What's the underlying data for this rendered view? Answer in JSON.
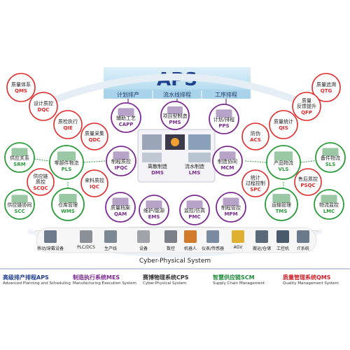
{
  "aps": {
    "title": "APS",
    "sub_tabs": [
      "计划排产",
      "流水线排程",
      "工序排程"
    ]
  },
  "nodes": {
    "qms": {
      "cn": "质量体系",
      "en": "QMS"
    },
    "dqc": {
      "cn": "设计质控",
      "en": "DQC"
    },
    "qie": {
      "cn": "质检执行",
      "en": "QIE"
    },
    "qdc": {
      "cn": "质量采集",
      "en": "QDC"
    },
    "capp": {
      "cn": "辅助工艺",
      "en": "CAPP"
    },
    "pms": {
      "cn": "项目型制造",
      "en": "PMS"
    },
    "pps": {
      "cn": "计划/排程",
      "en": "PPS"
    },
    "qtg": {
      "cn": "质量追溯",
      "en": "QTG"
    },
    "qfp": {
      "cn": "质量\n反馈提升",
      "en": "QFP"
    },
    "qis": {
      "cn": "质量统计",
      "en": "QIS"
    },
    "acs": {
      "cn": "防伪",
      "en": "ACS"
    },
    "dms": {
      "cn": "离散制造",
      "en": "DMS"
    },
    "lms": {
      "cn": "流水制造",
      "en": "LMS"
    },
    "ipqc": {
      "cn": "制程质控",
      "en": "IPQC"
    },
    "mcm": {
      "cn": "制造协同",
      "en": "MCM"
    },
    "srm": {
      "cn": "供应关系",
      "en": "SRM"
    },
    "pls": {
      "cn": "零部件物流",
      "en": "PLS"
    },
    "scqc": {
      "cn": "供应链\n质控",
      "en": "SCQC"
    },
    "iqc": {
      "cn": "来料质控",
      "en": "IQC"
    },
    "vls": {
      "cn": "产品物流",
      "en": "VLS"
    },
    "sls": {
      "cn": "备件物流",
      "en": "SLS"
    },
    "spc": {
      "cn": "统计\n过程控制",
      "en": "SPC"
    },
    "psqc": {
      "cn": "售后质控",
      "en": "PSQC"
    },
    "scc": {
      "cn": "供应链协同",
      "en": "SCC"
    },
    "wms": {
      "cn": "仓库管理",
      "en": "WMS"
    },
    "qam": {
      "cn": "质量档案",
      "en": "QAM"
    },
    "ems": {
      "cn": "维护/能源",
      "en": "EMS"
    },
    "pmc": {
      "cn": "监控/仿真",
      "en": "PMC"
    },
    "mpm": {
      "cn": "制程管控",
      "en": "MPM"
    },
    "tms": {
      "cn": "运输管理",
      "en": "TMS"
    },
    "lmc": {
      "cn": "物流监控",
      "en": "LMC"
    }
  },
  "devices": [
    "移动/穿戴设备",
    "PLC/DCS",
    "生产线",
    "设备",
    "数控",
    "机器人",
    "仪表/传感器",
    "AGV",
    "搬运/仓储",
    "工控机",
    "IT系统"
  ],
  "cps_title": "Cyber-Physical System",
  "legend": [
    {
      "cn": "高级排产排程APS",
      "en": "Advanced Planning and Scheduling",
      "color": "#1f3f8f"
    },
    {
      "cn": "制造执行系统MES",
      "en": "Manufacturing Execution System",
      "color": "#7a2a8f"
    },
    {
      "cn": "赛博物理系统CPS",
      "en": "Cyber-Physical System",
      "color": "#333333"
    },
    {
      "cn": "智慧供应链SCM",
      "en": "Supply Chain Management",
      "color": "#1e8a3a"
    },
    {
      "cn": "质量管理系统QMS",
      "en": "Quality Management System",
      "color": "#d0202a"
    }
  ],
  "colors": {
    "aps_band": "#c9e6f5",
    "aps_text": "#1f3f8f",
    "red": "#e02a2a",
    "purple": "#7a2a8f",
    "green": "#2a9a3a"
  }
}
